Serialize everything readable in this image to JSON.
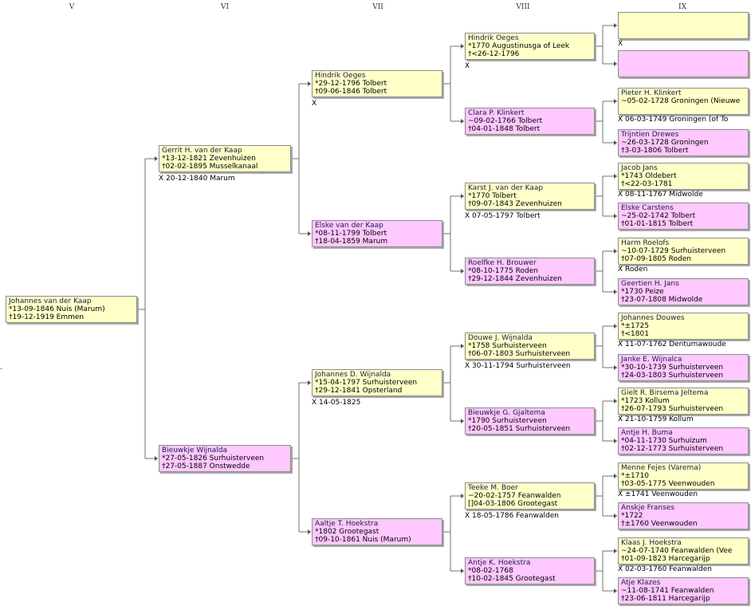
{
  "generations": [
    "V",
    "VI",
    "VII",
    "VIII",
    "IX"
  ],
  "root": {
    "name": "Johannes van der Kaap",
    "l1": "*13-09-1846 Nuis (Marum)",
    "l2": "†19-12-1919 Emmen"
  },
  "gen6": [
    {
      "name": "Gerrit H. van der Kaap",
      "l1": "*13-12-1821 Zevenhuizen",
      "l2": "†02-02-1895 Musselkanaal"
    },
    {
      "name": "Bieuwkje Wijnalda",
      "l1": "*27-05-1826 Surhuisterveen",
      "l2": "†27-05-1887 Onstwedde"
    }
  ],
  "gen6_marriage": "X 20-12-1840 Marum",
  "gen7": [
    {
      "name": "Hindrik Oeges",
      "l1": "*29-12-1796 Tolbert",
      "l2": "†09-06-1846 Tolbert"
    },
    {
      "name": "Elske van der Kaap",
      "l1": "*08-11-1799 Tolbert",
      "l2": "†18-04-1859 Marum"
    },
    {
      "name": "Johannes D. Wijnalda",
      "l1": "*15-04-1797 Surhuisterveen",
      "l2": "†29-12-1841 Opsterland"
    },
    {
      "name": "Aaltje T. Hoekstra",
      "l1": "*1802 Grootegast",
      "l2": "†09-10-1861 Nuis (Marum)"
    }
  ],
  "gen7_marriages": [
    "X",
    "X 14-05-1825"
  ],
  "gen8": [
    {
      "name": "Hindrik Oeges",
      "l1": "*1770 Augustinusga of Leek",
      "l2": "†<26-12-1796"
    },
    {
      "name": "Clara P. Klinkert",
      "l1": "~09-02-1766 Tolbert",
      "l2": "†04-01-1848 Tolbert"
    },
    {
      "name": "Karst J. van der Kaap",
      "l1": "*1770 Tolbert",
      "l2": "†09-07-1843 Zevenhuizen"
    },
    {
      "name": "Roelfke H. Brouwer",
      "l1": "*08-10-1775 Roden",
      "l2": "†29-12-1844 Zevenhuizen"
    },
    {
      "name": "Douwe J. Wijnalda",
      "l1": "*1758 Surhuisterveen",
      "l2": "†06-07-1803 Surhuisterveen"
    },
    {
      "name": "Bieuwkje G. Gjaltema",
      "l1": "*1790 Surhuisterveen",
      "l2": "†20-05-1851 Surhuisterveen"
    },
    {
      "name": "Teeke M. Boer",
      "l1": "~20-02-1757 Feanwalden",
      "l2": "[]04-03-1806 Grootegast"
    },
    {
      "name": "Antje K. Hoekstra",
      "l1": "*08-02-1768",
      "l2": "†10-02-1845 Grootegast"
    }
  ],
  "gen8_marriages": [
    "X",
    "X 07-05-1797 Tolbert",
    "X 30-11-1794 Surhuisterveen",
    "X 18-05-1786 Feanwalden"
  ],
  "gen9": [
    {
      "name": "",
      "l1": "",
      "l2": ""
    },
    {
      "name": "",
      "l1": "",
      "l2": ""
    },
    {
      "name": "Pieter H. Klinkert",
      "l1": "~05-02-1728 Groningen (Nieuwe",
      "l2": ""
    },
    {
      "name": "Trijntien Drewes",
      "l1": "~26-03-1728 Groningen",
      "l2": "†3-03-1806 Tolbert"
    },
    {
      "name": "Jacob Jans",
      "l1": "*1743 Oldebert",
      "l2": "†<22-03-1781"
    },
    {
      "name": "Elske Carstens",
      "l1": "~25-02-1742 Tolbert",
      "l2": "†01-01-1815 Tolbert"
    },
    {
      "name": "Harm Roelofs",
      "l1": "~10-07-1729 Surhuisterveen",
      "l2": "†07-09-1805 Roden"
    },
    {
      "name": "Geertien H. Jans",
      "l1": "*1730 Peize",
      "l2": "†23-07-1808 Midwolde"
    },
    {
      "name": "Johannes Douwes",
      "l1": "*±1725",
      "l2": "†<1801"
    },
    {
      "name": "Janke E. Wijnalca",
      "l1": "*30-10-1739 Surhuisterveen",
      "l2": "†24-03-1803 Surhuisterveen"
    },
    {
      "name": "Gielt R. Birsema Jeltema",
      "l1": "*1723 Kollum",
      "l2": "†26-07-1793 Surhuisterveen"
    },
    {
      "name": "Antje H. Buma",
      "l1": "*04-11-1730 Surhuizum",
      "l2": "†02-12-1773 Surhuisterveen"
    },
    {
      "name": "Menne Fejes (Varema)",
      "l1": "*±1710",
      "l2": "†03-05-1775 Veenwouden"
    },
    {
      "name": "Anskje Franses",
      "l1": "*1722",
      "l2": "†±1760 Veenwouden"
    },
    {
      "name": "Klaas J. Hoekstra",
      "l1": "~24-07-1740 Feanwalden (Vee",
      "l2": "†01-09-1823 Harcegarijp"
    },
    {
      "name": "Atje Klazes",
      "l1": "~11-08-1741 Feanwalden",
      "l2": "†23-06-1811 Harcegarijp"
    }
  ],
  "gen9_marriages": [
    "X",
    "X 06-03-1749 Groningen (of To",
    "X 08-11-1767 Midwolde",
    "X Roden",
    "X 11-07-1762 Dentumawoude",
    "X 21-10-1759 Kollum",
    "X ±1741 Veenwouden",
    "X 02-03-1760 Feanwalden"
  ],
  "stray_mark": "."
}
